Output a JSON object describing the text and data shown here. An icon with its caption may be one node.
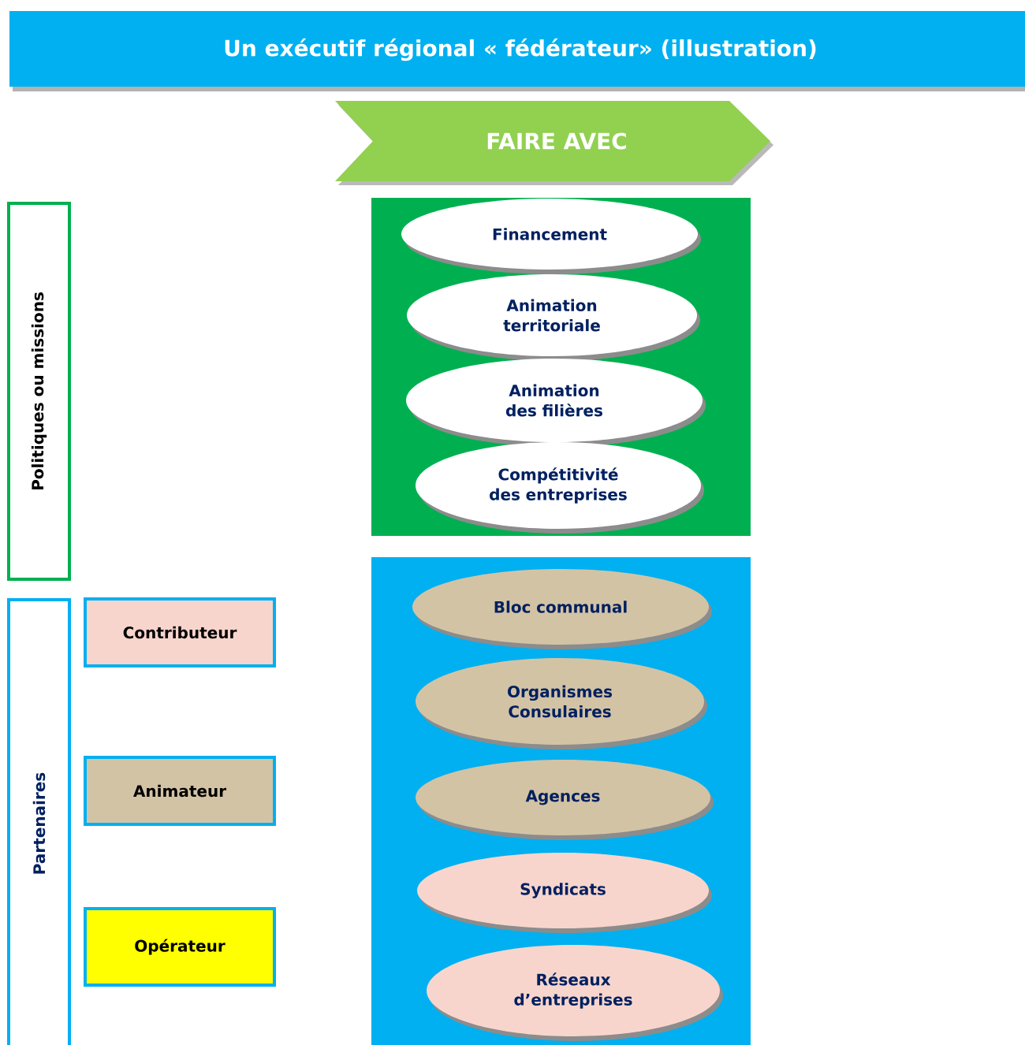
{
  "diagram": {
    "title": "Un exécutif régional « fédérateur» (illustration)",
    "nodes": [
      {
        "text": [
          "FAIRE AVEC"
        ]
      },
      {
        "text": [
          "Politiques ou missions"
        ]
      },
      {
        "text": [],
        "shape": "box"
      },
      {
        "text": [
          "Financement"
        ],
        "in": 2
      },
      {
        "text": [
          "Animation territoriale"
        ],
        "in": 2
      },
      {
        "text": [
          "Animation des filières"
        ],
        "in": 2
      },
      {
        "text": [
          "Compétitivité des entreprises"
        ],
        "in": 2
      },
      {
        "text": [
          "Partenaires"
        ]
      },
      {
        "text": [],
        "shape": "box"
      },
      {
        "text": [
          "Bloc communal"
        ],
        "in": 8
      },
      {
        "text": [
          "Organismes Consulaires"
        ],
        "in": 8
      },
      {
        "text": [
          "Agences"
        ],
        "in": 8
      },
      {
        "text": [
          "Syndicats"
        ],
        "in": 8
      },
      {
        "text": [
          "Réseaux d’entreprises"
        ],
        "in": 8
      }
    ],
    "legend": [
      {
        "text": "Contributeur",
        "color": "#f8d5cc"
      },
      {
        "text": "Animateur",
        "color": "#d3c3a5"
      },
      {
        "text": "Opérateur",
        "color": "#ffff00"
      }
    ]
  }
}
